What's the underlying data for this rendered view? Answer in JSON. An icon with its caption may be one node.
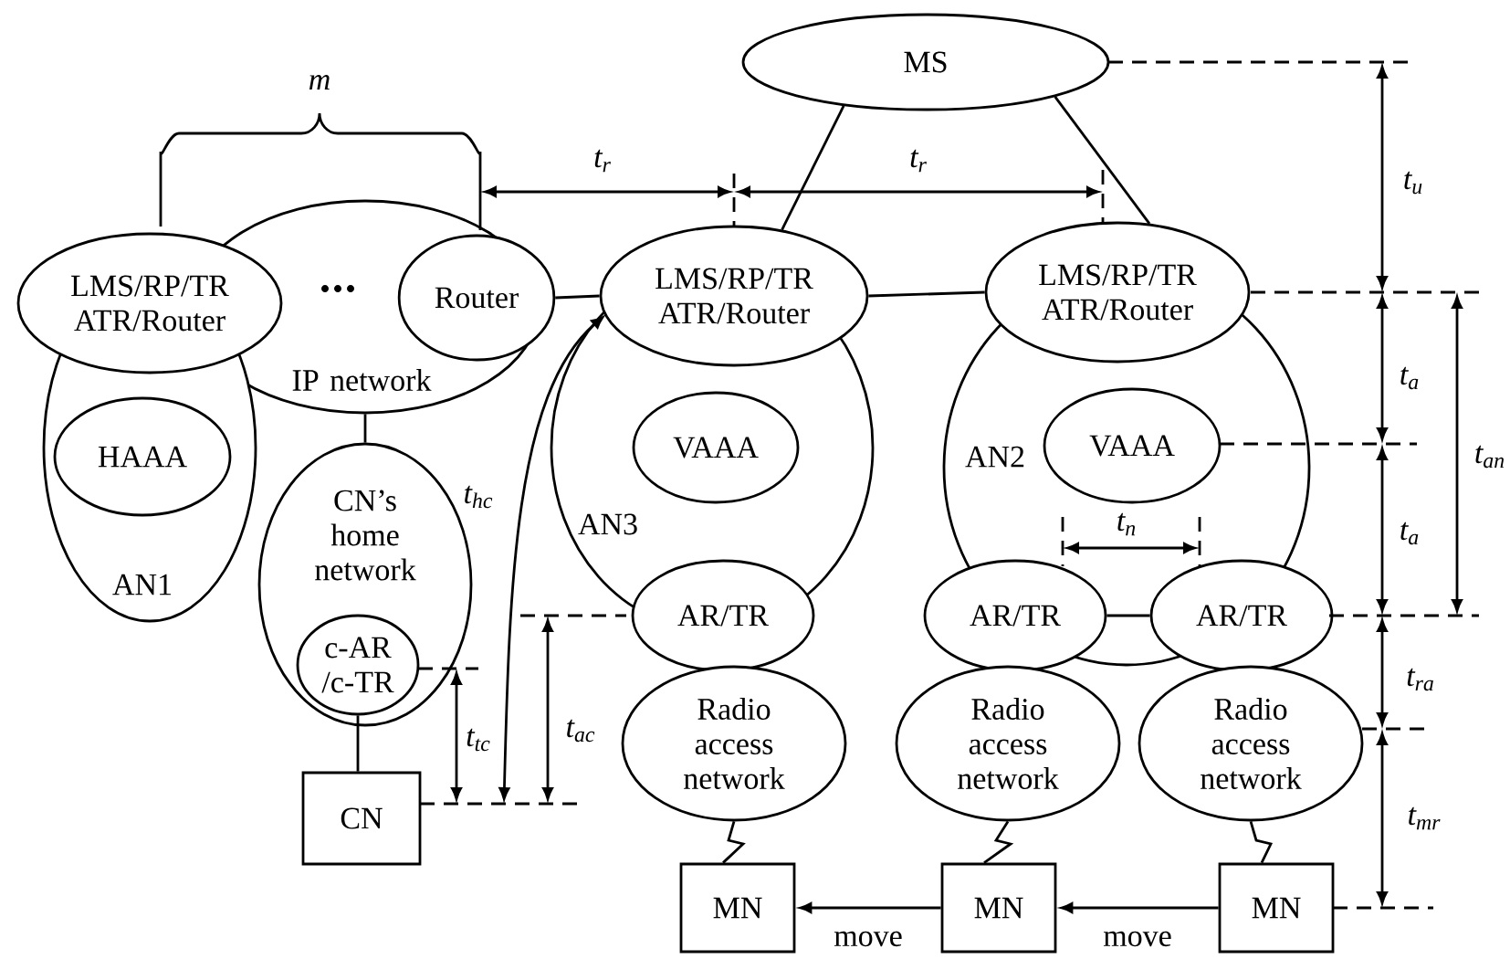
{
  "diagram": {
    "nodes": [
      {
        "text": [
          "MS"
        ]
      },
      {
        "text": [
          "IP network"
        ]
      },
      {
        "text": [
          "AN1"
        ]
      },
      {
        "text": [
          "LMS/RP/TR ATR/Router"
        ]
      },
      {
        "text": [
          "HAAA"
        ],
        "in": 2
      },
      {
        "text": [
          "Router"
        ]
      },
      {
        "text": [
          "CN’s home network"
        ]
      },
      {
        "text": [
          "c-AR /c-TR"
        ],
        "in": 6
      },
      {
        "text": [
          "CN"
        ]
      },
      {
        "text": [
          "AN3"
        ]
      },
      {
        "text": [
          "LMS/RP/TR ATR/Router"
        ]
      },
      {
        "text": [
          "VAAA"
        ],
        "in": 9
      },
      {
        "text": [
          "AR/TR"
        ]
      },
      {
        "text": [
          "AN2"
        ]
      },
      {
        "text": [
          "LMS/RP/TR ATR/Router"
        ]
      },
      {
        "text": [
          "VAAA"
        ],
        "in": 13
      },
      {
        "text": [
          "AR/TR"
        ]
      },
      {
        "text": [
          "AR/TR"
        ]
      },
      {
        "text": [
          "Radio access network"
        ]
      },
      {
        "text": [
          "Radio access network"
        ]
      },
      {
        "text": [
          "Radio access network"
        ]
      },
      {
        "text": [
          "MN"
        ]
      },
      {
        "text": [
          "MN"
        ]
      },
      {
        "text": [
          "MN"
        ]
      }
    ],
    "edges": [
      {
        "from": 0,
        "to": 10,
        "arrow": "none"
      },
      {
        "from": 0,
        "to": 14,
        "arrow": "none"
      },
      {
        "from": 5,
        "to": 10,
        "arrow": "none"
      },
      {
        "from": 10,
        "to": 14,
        "arrow": "none"
      },
      {
        "from": 1,
        "to": 6,
        "arrow": "none"
      },
      {
        "from": 7,
        "to": 8,
        "arrow": "none"
      },
      {
        "from": 16,
        "to": 17,
        "arrow": "none"
      },
      {
        "from": 18,
        "to": 21,
        "arrow": "none"
      },
      {
        "from": 19,
        "to": 22,
        "arrow": "none"
      },
      {
        "from": 20,
        "to": 23,
        "arrow": "none"
      },
      {
        "from": 23,
        "to": 22,
        "arrow": "to",
        "label": "move"
      },
      {
        "from": 22,
        "to": 21,
        "arrow": "to",
        "label": "move"
      }
    ],
    "labels": [
      "m",
      "t$_{r}$",
      "t$_{r}$",
      "t$_{u}$",
      "t$_{a}$",
      "t$_{an}$",
      "t$_{hc}$",
      "t$_{n}$",
      "t$_{a}$",
      "t$_{ra}$",
      "t$_{ac}$",
      "t$_{tc}$",
      "t$_{mr}$"
    ]
  }
}
